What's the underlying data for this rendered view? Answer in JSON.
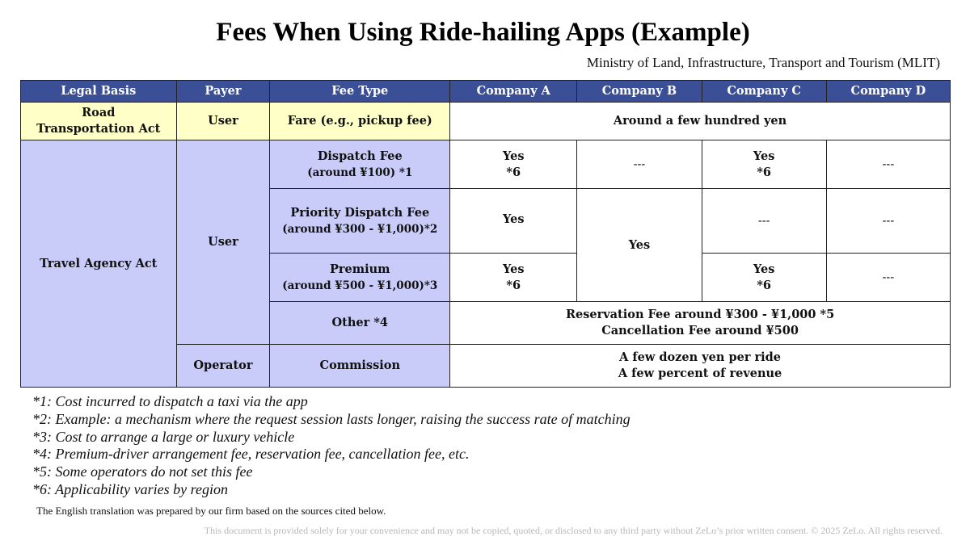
{
  "title": "Fees When Using Ride-hailing Apps (Example)",
  "source": "Ministry of Land, Infrastructure, Transport and Tourism (MLIT)",
  "headers": [
    "Legal Basis",
    "Payer",
    "Fee Type",
    "Company A",
    "Company B",
    "Company C",
    "Company D"
  ],
  "rows": {
    "road": {
      "legal_basis": "Road Transportation Act",
      "payer": "User",
      "fee_type": "Fare (e.g., pickup fee)",
      "value": "Around a few hundred yen"
    },
    "travel": {
      "legal_basis": "Travel Agency Act",
      "payer_user": "User",
      "payer_operator": "Operator",
      "dispatch": {
        "fee_type_line1": "Dispatch Fee",
        "fee_type_line2": "(around ¥100) *1",
        "a_line1": "Yes",
        "a_line2": "*6",
        "b": "---",
        "c_line1": "Yes",
        "c_line2": "*6",
        "d": "---"
      },
      "priority": {
        "fee_type_line1": "Priority Dispatch Fee",
        "fee_type_line2": "(around ¥300 - ¥1,000)*2",
        "a": "Yes",
        "b": "Yes",
        "c": "---",
        "d": "---"
      },
      "premium": {
        "fee_type_line1": "Premium",
        "fee_type_line2": "(around ¥500 - ¥1,000)*3",
        "a_line1": "Yes",
        "a_line2": "*6",
        "c_line1": "Yes",
        "c_line2": "*6",
        "d": "---"
      },
      "other": {
        "fee_type": "Other *4",
        "value_line1": "Reservation Fee around ¥300 - ¥1,000 *5",
        "value_line2": "Cancellation Fee around ¥500"
      },
      "commission": {
        "fee_type": "Commission",
        "value_line1": "A few dozen yen per ride",
        "value_line2": "A few percent of revenue"
      }
    }
  },
  "footnotes": [
    "*1: Cost incurred to dispatch a taxi via the app",
    "*2: Example: a mechanism where the request session lasts longer, raising the success rate of matching",
    "*3: Cost to arrange a large or luxury vehicle",
    "*4: Premium-driver arrangement fee, reservation fee, cancellation fee, etc.",
    "*5: Some operators do not set this fee",
    "*6: Applicability varies by region"
  ],
  "translation_note": "The English translation was prepared by our firm based on the sources cited below.",
  "disclaimer": "This document is provided solely for your convenience and may not be copied, quoted, or disclosed to any third party without ZeLo’s prior written consent. © 2025 ZeLo. All rights reserved.",
  "colors": {
    "header_bg": "#3a4f96",
    "road_row_bg": "#ffffc8",
    "travel_row_bg": "#c9cbf8"
  }
}
